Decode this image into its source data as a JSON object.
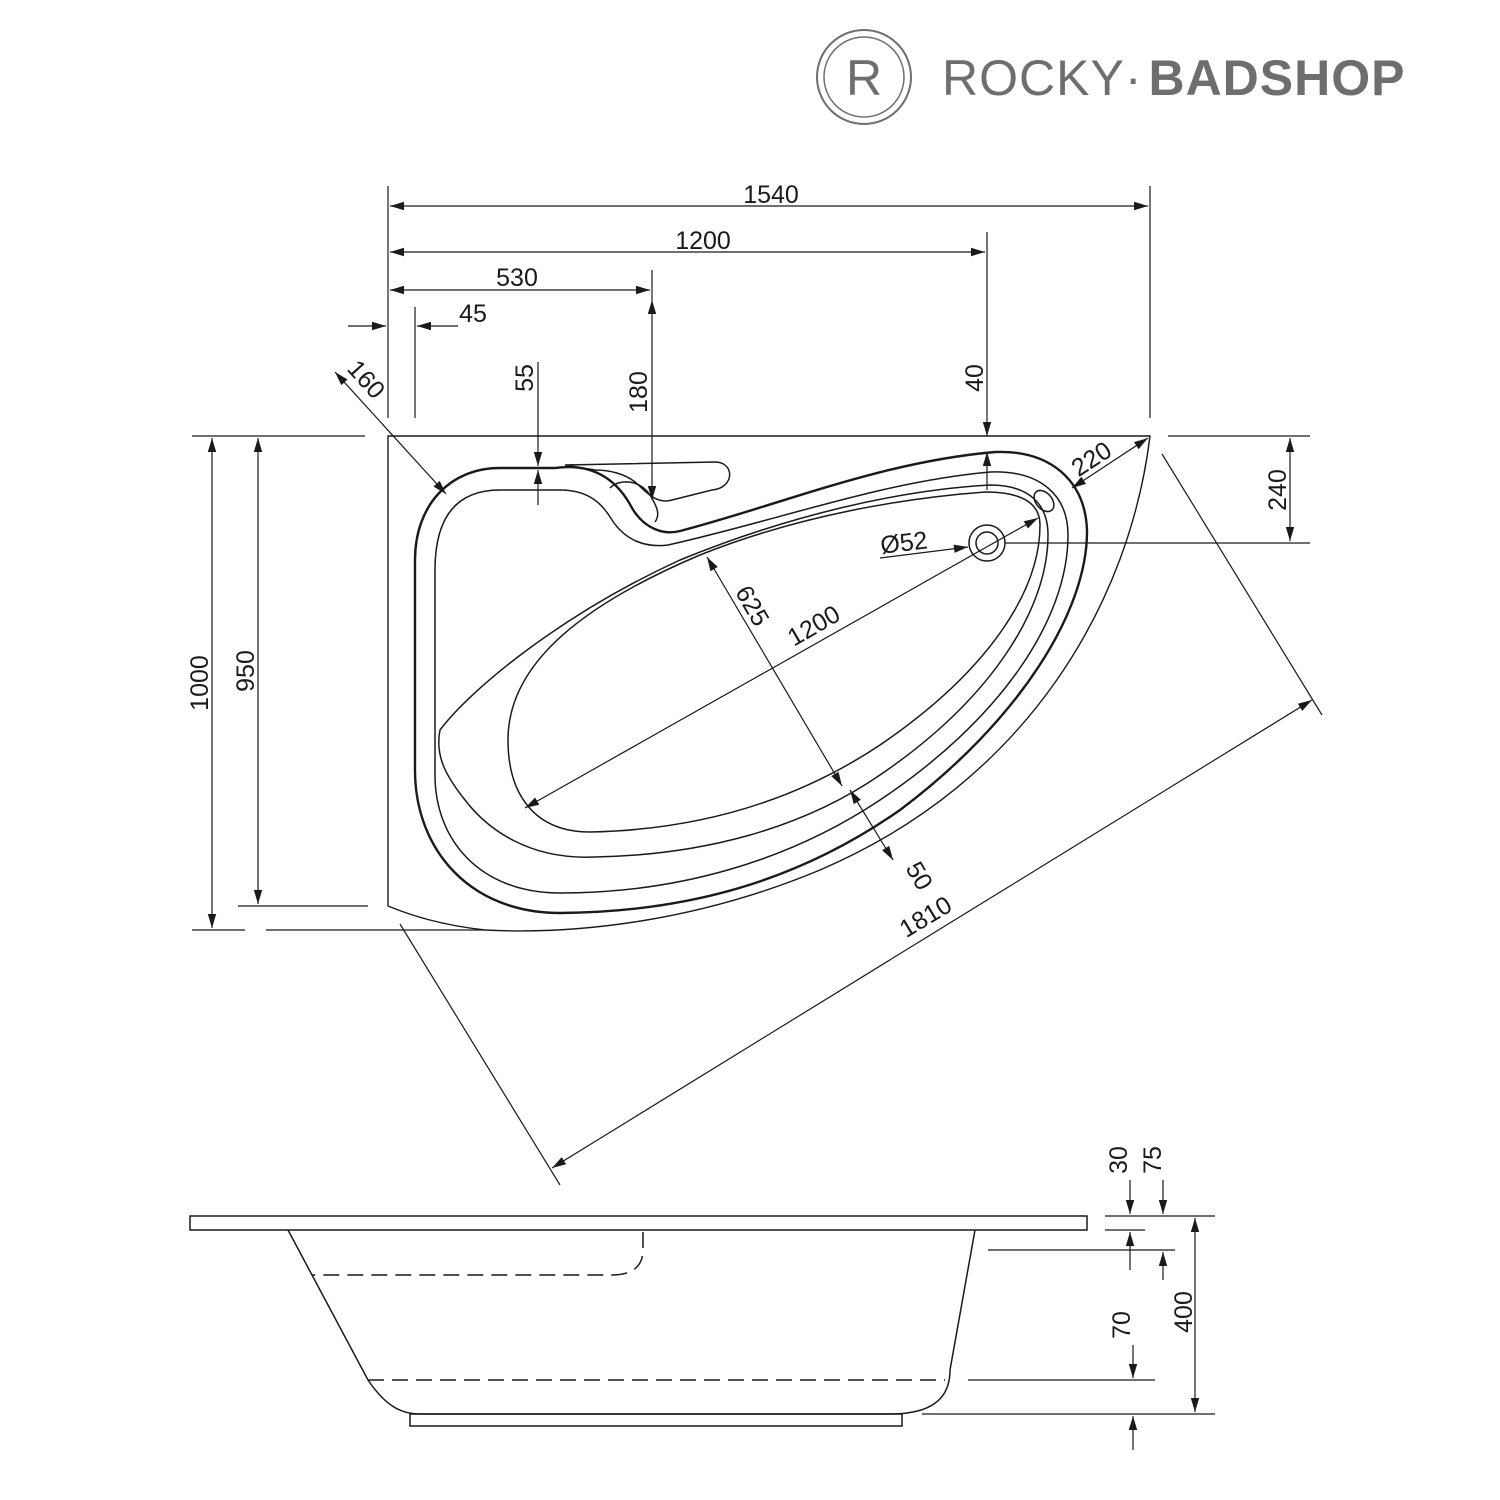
{
  "brand": {
    "logo_letter": "R",
    "name_light": "ROCKY",
    "separator": "·",
    "name_bold": "BADSHOP",
    "color": "#6e6e6e"
  },
  "plan_view": {
    "width_total": "1540",
    "width_1200": "1200",
    "width_530": "530",
    "width_45": "45",
    "corner_160": "160",
    "offset_55": "55",
    "offset_180": "180",
    "offset_40": "40",
    "radius_220": "220",
    "offset_240": "240",
    "drain_diameter": "Ø52",
    "inner_length": "1200",
    "inner_width": "625",
    "rim_50": "50",
    "height_1000": "1000",
    "height_950": "950",
    "diagonal_1810": "1810"
  },
  "side_view": {
    "rim_30": "30",
    "rim_75": "75",
    "base_70": "70",
    "depth_400": "400"
  }
}
